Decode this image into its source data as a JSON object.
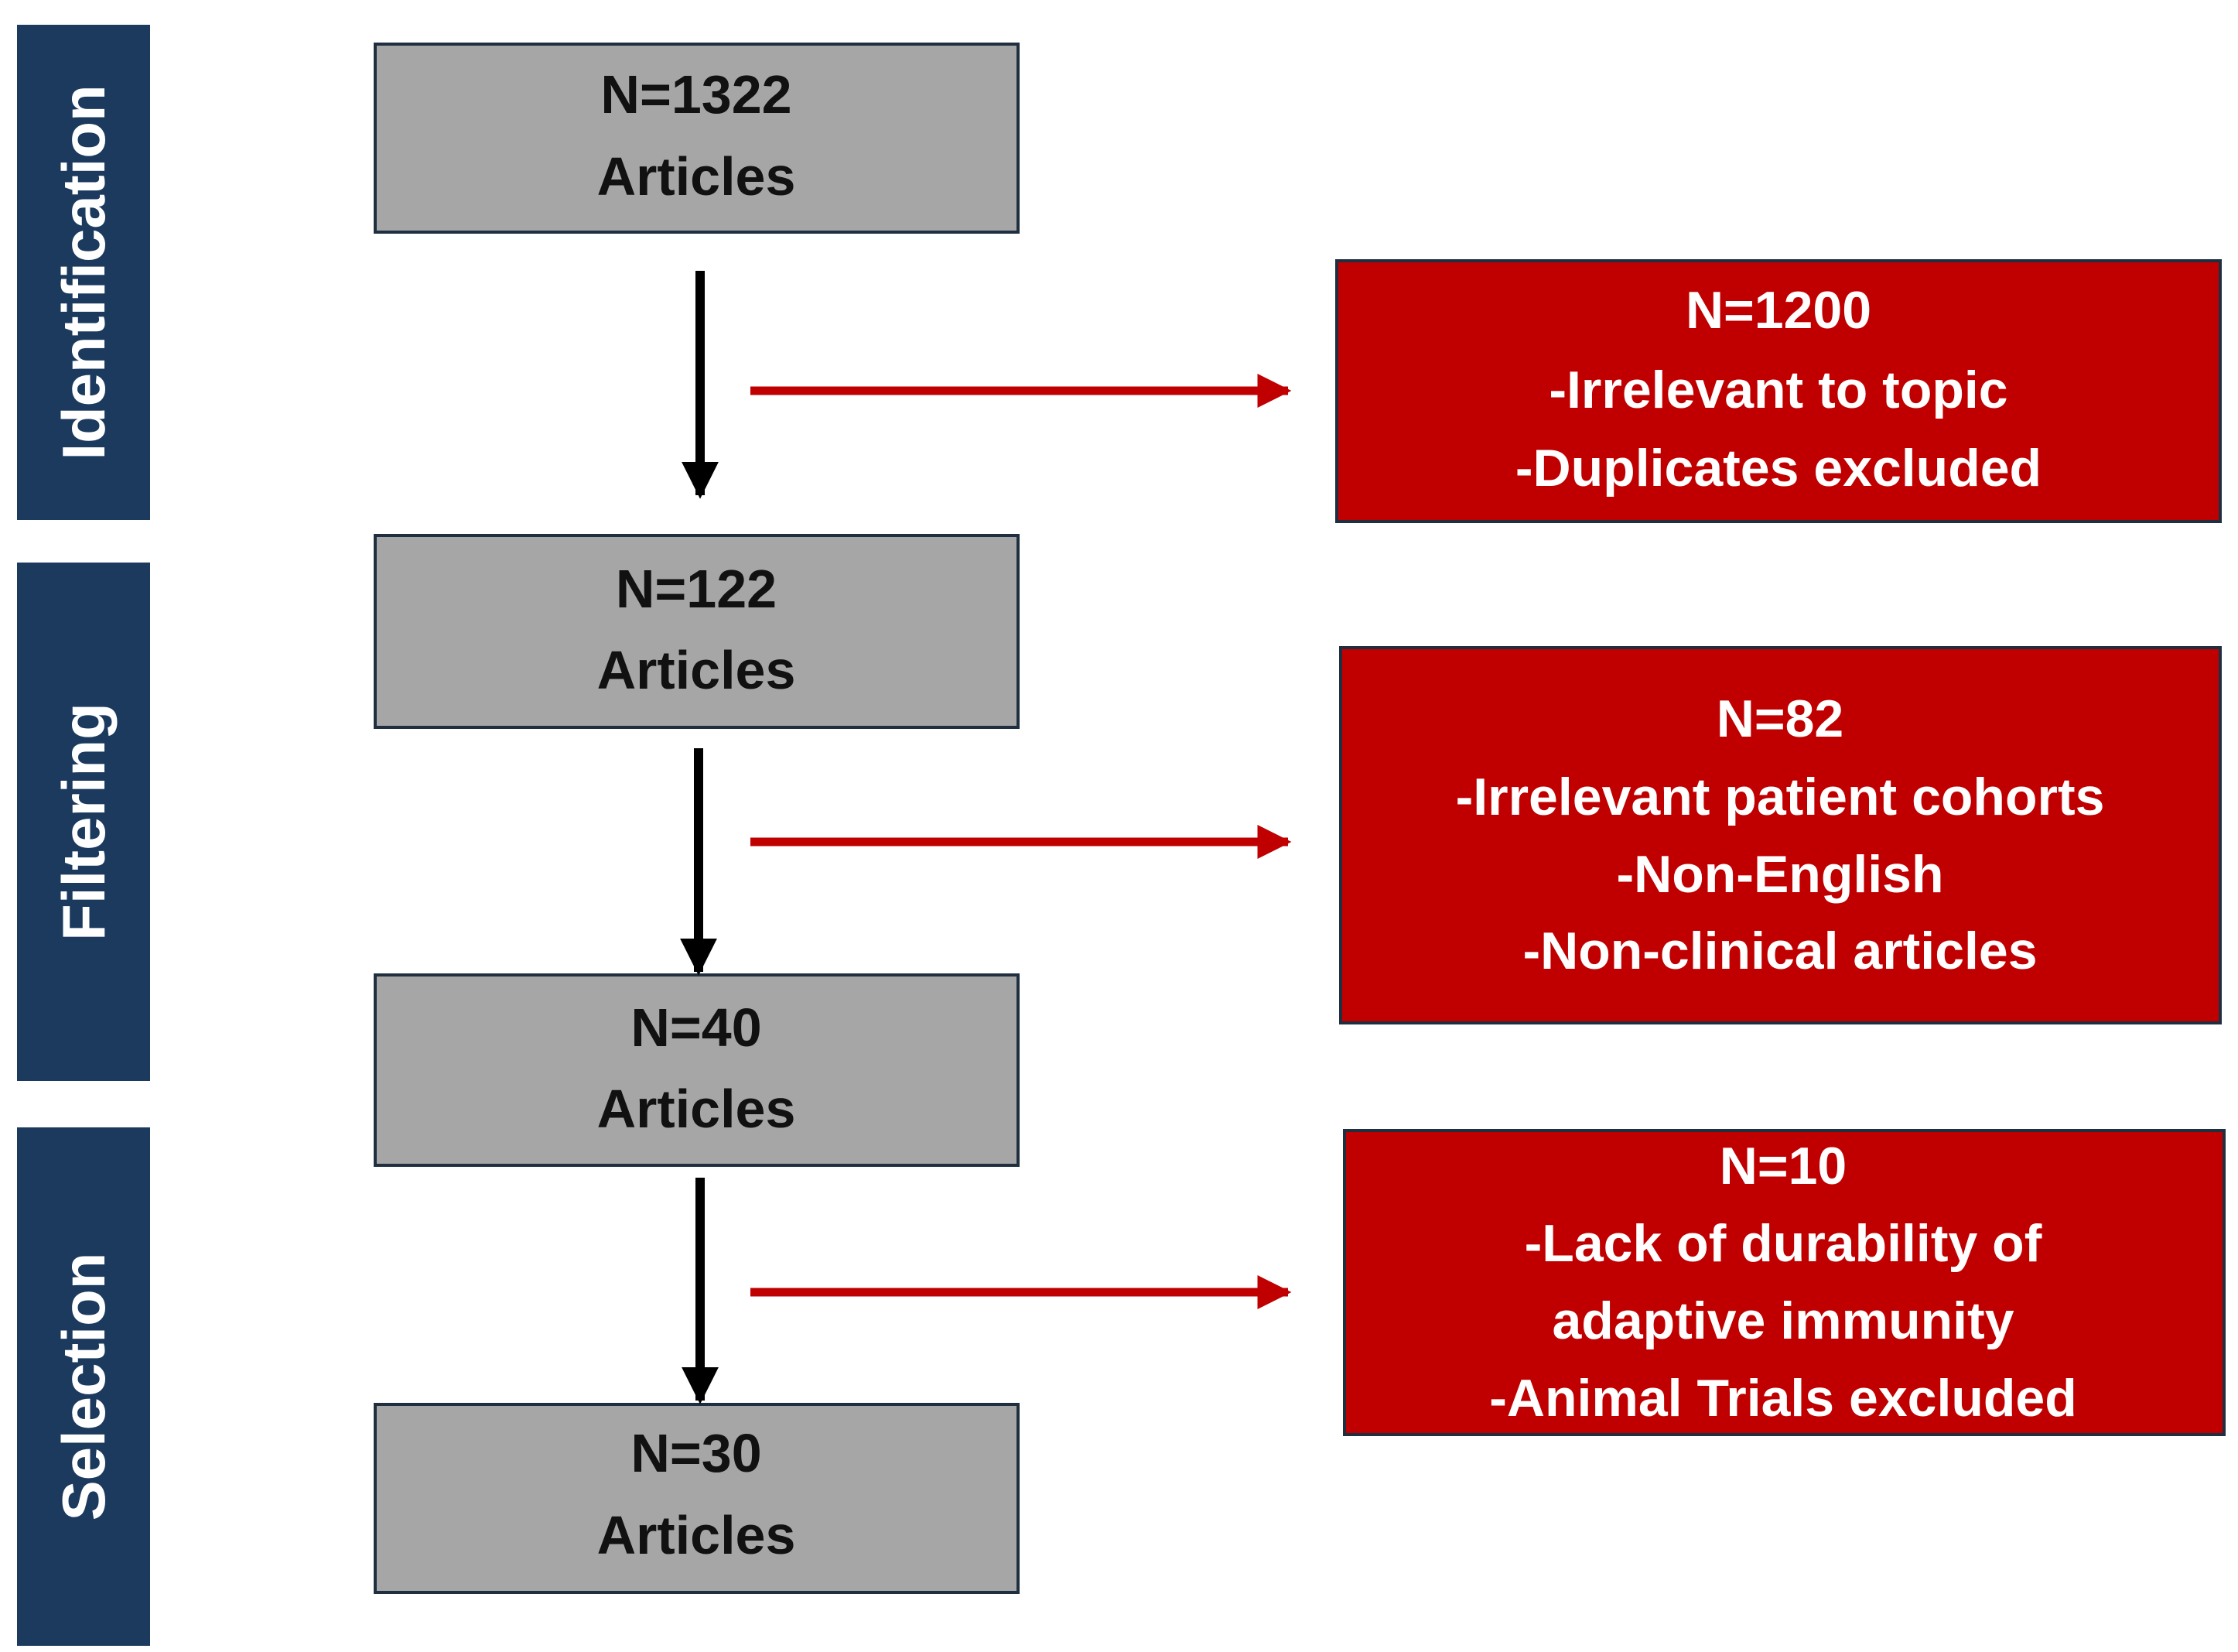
{
  "stages": [
    {
      "label": "Identification"
    },
    {
      "label": "Filtering"
    },
    {
      "label": "Selection"
    }
  ],
  "article_boxes": [
    {
      "count": "N=1322",
      "label": "Articles"
    },
    {
      "count": "N=122",
      "label": "Articles"
    },
    {
      "count": "N=40",
      "label": "Articles"
    },
    {
      "count": "N=30",
      "label": "Articles"
    }
  ],
  "exclusion_boxes": [
    {
      "count": "N=1200",
      "reasons": [
        "-Irrelevant to topic",
        "-Duplicates excluded"
      ]
    },
    {
      "count": "N=82",
      "reasons": [
        "-Irrelevant patient cohorts",
        "-Non-English",
        "-Non-clinical articles"
      ]
    },
    {
      "count": "N=10",
      "reasons": [
        "-Lack of durability of",
        "adaptive immunity",
        "-Animal Trials excluded"
      ]
    }
  ],
  "colors": {
    "stage_fill": "#1b3a5e",
    "article_fill": "#a6a6a6",
    "exclusion_fill": "#c00000",
    "flow_arrow": "#000000",
    "exclusion_arrow": "#c00000"
  }
}
